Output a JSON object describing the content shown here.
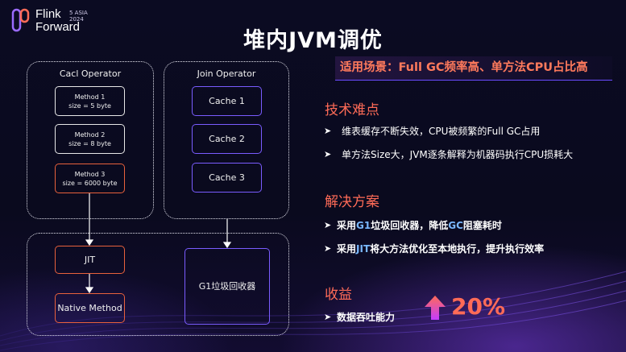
{
  "logo": {
    "line1": "Flink",
    "line2": "Forward",
    "sub1": "5 ASIA",
    "sub2": "2024"
  },
  "title": "堆内JVM调优",
  "diagram": {
    "calc_operator": {
      "label": "Cacl Operator",
      "methods": [
        {
          "line1": "Method 1",
          "line2": "size = 5 byte"
        },
        {
          "line1": "Method 2",
          "line2": "size = 8 byte"
        },
        {
          "line1": "Method 3",
          "line2": "size = 6000 byte"
        }
      ]
    },
    "join_operator": {
      "label": "Join Operator",
      "caches": [
        "Cache 1",
        "Cache 2",
        "Cache 3"
      ]
    },
    "jit": "JIT",
    "native_method": "Native Method",
    "g1": "G1垃圾回收器"
  },
  "scenario": "适用场景：Full GC频率高、单方法CPU占比高",
  "difficulty": {
    "heading": "技术难点",
    "items": [
      "维表缓存不断失效，CPU被频繁的Full GC占用",
      "单方法Size大，JVM逐条解释为机器码执行CPU损耗大"
    ]
  },
  "solution": {
    "heading": "解决方案",
    "item1_pre": "采用",
    "item1_hl": "G1",
    "item1_mid": "垃圾回收器，降低",
    "item1_hl2": "GC",
    "item1_post": "阻塞耗时",
    "item2_pre": "采用",
    "item2_hl": "JIT",
    "item2_post": "将大方法优化至本地执行，提升执行效率"
  },
  "benefit": {
    "heading": "收益",
    "item": "数据吞吐能力",
    "value": "20%"
  },
  "colors": {
    "accent": "#ff6b57",
    "purple": "#7a5cff",
    "orange_border": "#e8613c",
    "highlight": "#7ab8ff"
  }
}
